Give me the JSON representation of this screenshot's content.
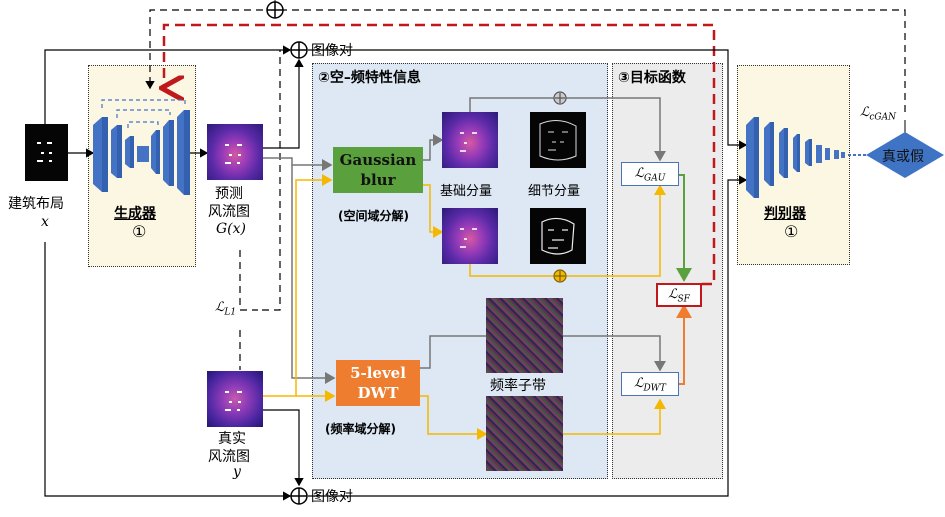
{
  "inputs": {
    "building_layout_label": "建筑布局",
    "building_layout_var": "x",
    "real_wind_label_1": "真实",
    "real_wind_label_2": "风流图",
    "real_wind_var": "y"
  },
  "generator": {
    "title": "生成器",
    "number": "①",
    "output_label_1": "预测",
    "output_label_2": "风流图",
    "output_var": "G(x)"
  },
  "pair_top": "图像对",
  "pair_bottom": "图像对",
  "loss_l1": "ℒ",
  "loss_l1_sub": "L1",
  "loss_cgan": "ℒ",
  "loss_cgan_sub": "cGAN",
  "spatial_frequency": {
    "title": "②空–频特性信息",
    "gaussian_line1": "Gaussian",
    "gaussian_line2": "blur",
    "spatial_decomp": "(空间域分解)",
    "base_label": "基础分量",
    "detail_label": "细节分量",
    "dwt_line1": "5-level",
    "dwt_line2": "DWT",
    "freq_decomp": "(频率域分解)",
    "subband_label": "频率子带"
  },
  "objective": {
    "title": "③目标函数",
    "l_gau": "ℒ",
    "l_gau_sub": "GAU",
    "l_sf": "ℒ",
    "l_sf_sub": "SF",
    "l_dwt": "ℒ",
    "l_dwt_sub": "DWT"
  },
  "discriminator": {
    "title": "判别器",
    "number": "①",
    "output": "真或假"
  },
  "colors": {
    "gaussian": "#5aa03c",
    "dwt": "#ee7d2f",
    "red_loop": "#c0191c",
    "diamond": "#3f73c4",
    "network_blue": "#4472c4"
  }
}
